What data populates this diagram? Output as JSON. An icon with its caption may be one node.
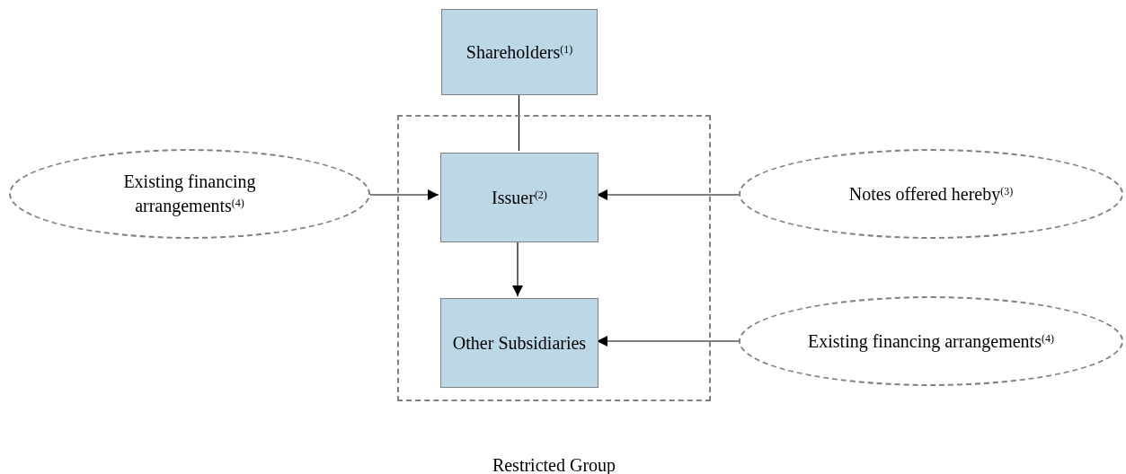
{
  "diagram": {
    "nodes": [
      {
        "text": [
          "Shareholders$^{(1)}$"
        ]
      },
      {
        "text": [
          "Restricted Group"
        ]
      },
      {
        "text": [
          "Issuer$^{(2)}$"
        ],
        "in": 1
      },
      {
        "text": [
          "Other Subsidiaries"
        ],
        "in": 1
      },
      {
        "text": [
          "Existing financing arrangements$^{(4)}$"
        ]
      },
      {
        "text": [
          "Notes offered hereby$^{(3)}$"
        ]
      },
      {
        "text": [
          "Existing financing arrangements$^{(4)}$"
        ]
      }
    ],
    "edges": [
      {
        "from": 0,
        "to": 2,
        "arrow": "none"
      },
      {
        "from": 4,
        "to": 2,
        "arrow": "to"
      },
      {
        "from": 5,
        "to": 2,
        "arrow": "to"
      },
      {
        "from": 2,
        "to": 3,
        "arrow": "to"
      },
      {
        "from": 6,
        "to": 3,
        "arrow": "to"
      }
    ]
  }
}
